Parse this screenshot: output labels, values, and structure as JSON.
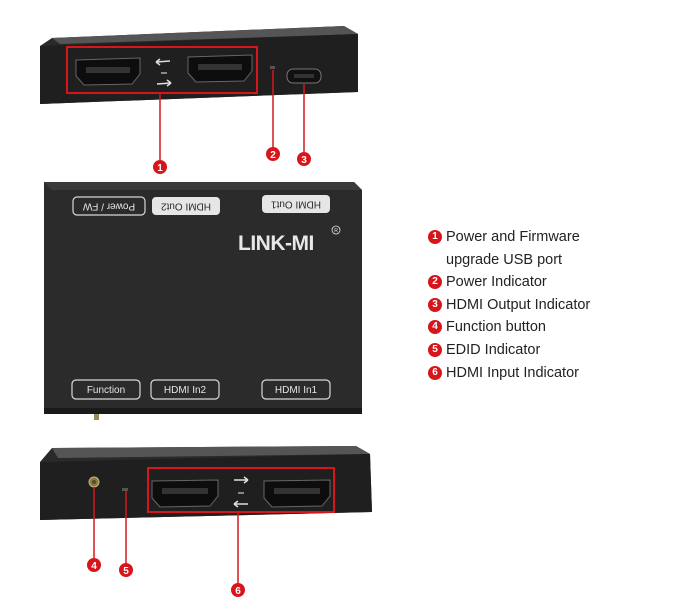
{
  "device": {
    "brand": "LINK-MI",
    "brand_mark": "R",
    "top_labels": [
      "Power / FW",
      "HDMI Out2",
      "HDMI Out1"
    ],
    "bottom_labels": [
      "Function",
      "HDMI In2",
      "HDMI In1"
    ]
  },
  "callouts": [
    "1",
    "2",
    "3",
    "4",
    "5",
    "6"
  ],
  "legend": [
    {
      "num": "1",
      "text_line1": "Power and Firmware",
      "text_line2": "upgrade USB port"
    },
    {
      "num": "2",
      "text_line1": "Power Indicator"
    },
    {
      "num": "3",
      "text_line1": "HDMI Output Indicator"
    },
    {
      "num": "4",
      "text_line1": "Function button"
    },
    {
      "num": "5",
      "text_line1": "EDID Indicator"
    },
    {
      "num": "6",
      "text_line1": "HDMI Input Indicator"
    }
  ],
  "colors": {
    "accent": "#d6161b",
    "device_body": "#2c2c2c",
    "label_box": "#e6e6e6"
  }
}
